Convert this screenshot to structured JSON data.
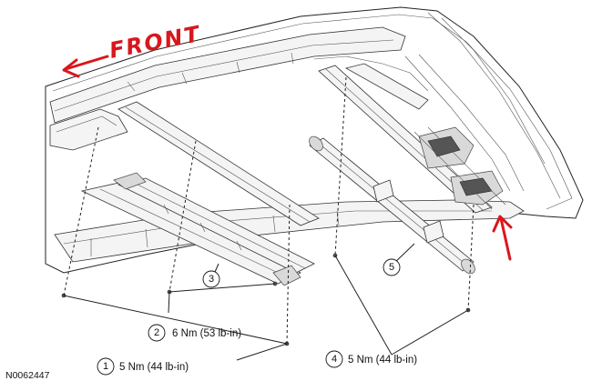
{
  "annotation": {
    "front_text": "FRONT",
    "color": "#d8171d"
  },
  "callouts": [
    {
      "number": "1",
      "label": "5 Nm (44 lb-in)"
    },
    {
      "number": "2",
      "label": "6 Nm (53 lb-in)"
    },
    {
      "number": "3",
      "label": ""
    },
    {
      "number": "4",
      "label": "5 Nm (44 lb-in)"
    },
    {
      "number": "5",
      "label": ""
    }
  ],
  "figure_id": "N0062447"
}
